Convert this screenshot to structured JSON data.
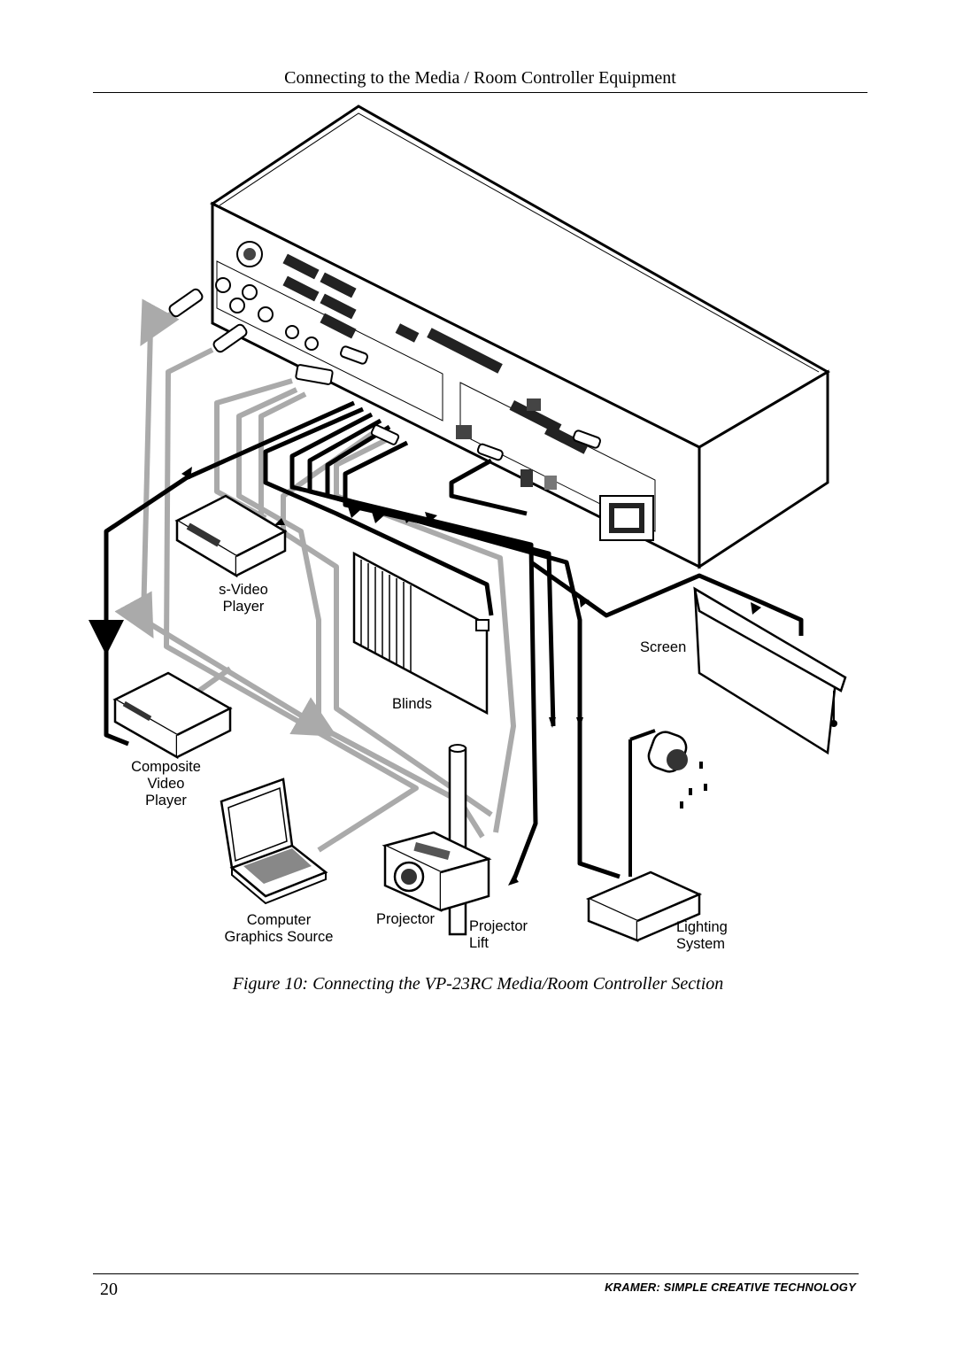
{
  "header": {
    "title": "Connecting to the Media / Room Controller Equipment"
  },
  "figure": {
    "labels": {
      "svideo_player": [
        "s-Video",
        "Player"
      ],
      "screen": "Screen",
      "blinds": "Blinds",
      "composite_player": [
        "Composite",
        "Video",
        "Player"
      ],
      "computer": [
        "Computer",
        "Graphics Source"
      ],
      "projector": "Projector",
      "projector_lift": [
        "Projector",
        "Lift"
      ],
      "lighting": [
        "Lighting",
        "System"
      ]
    },
    "caption": "Figure 10: Connecting the VP-23RC Media/Room Controller Section"
  },
  "footer": {
    "page_number": "20",
    "brand": "KRAMER:  SIMPLE CREATIVE TECHNOLOGY"
  }
}
